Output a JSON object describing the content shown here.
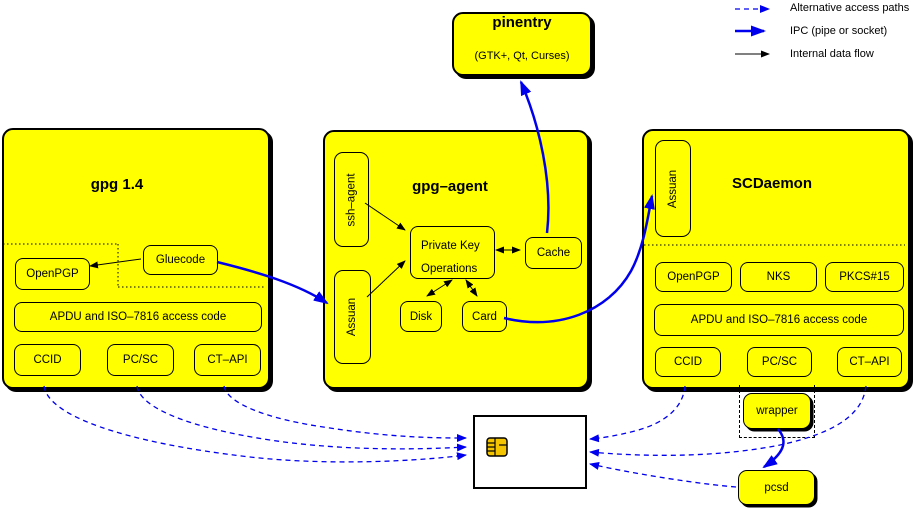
{
  "legend": {
    "items": [
      {
        "label": "Alternative access paths",
        "style": "dashed-blue-arrow"
      },
      {
        "label": "IPC (pipe or socket)",
        "style": "solid-blue-thick-arrow"
      },
      {
        "label": "Internal data flow",
        "style": "solid-black-thin-arrow"
      }
    ]
  },
  "pinentry": {
    "title": "pinentry",
    "subtitle": "(GTK+, Qt, Curses)"
  },
  "gpg14": {
    "title": "gpg 1.4",
    "openpgp": "OpenPGP",
    "gluecode": "Gluecode",
    "apdu": "APDU and ISO–7816 access code",
    "ccid": "CCID",
    "pcsc": "PC/SC",
    "ctapi": "CT–API"
  },
  "gpgagent": {
    "title": "gpg–agent",
    "sshagent": "ssh–agent",
    "assuan": "Assuan",
    "pko_line1": "Private Key",
    "pko_line2": "Operations",
    "cache": "Cache",
    "disk": "Disk",
    "card": "Card"
  },
  "scdaemon": {
    "title": "SCDaemon",
    "assuan": "Assuan",
    "openpgp": "OpenPGP",
    "nks": "NKS",
    "pkcs15": "PKCS#15",
    "apdu": "APDU and ISO–7816 access code",
    "ccid": "CCID",
    "pcsc": "PC/SC",
    "ctapi": "CT–API"
  },
  "peripherals": {
    "wrapper": "wrapper",
    "pcsd": "pcsd"
  },
  "colors": {
    "box_fill": "#ffff00",
    "outline": "#000000",
    "ipc_blue": "#0000ee",
    "background": "#ffffff"
  }
}
